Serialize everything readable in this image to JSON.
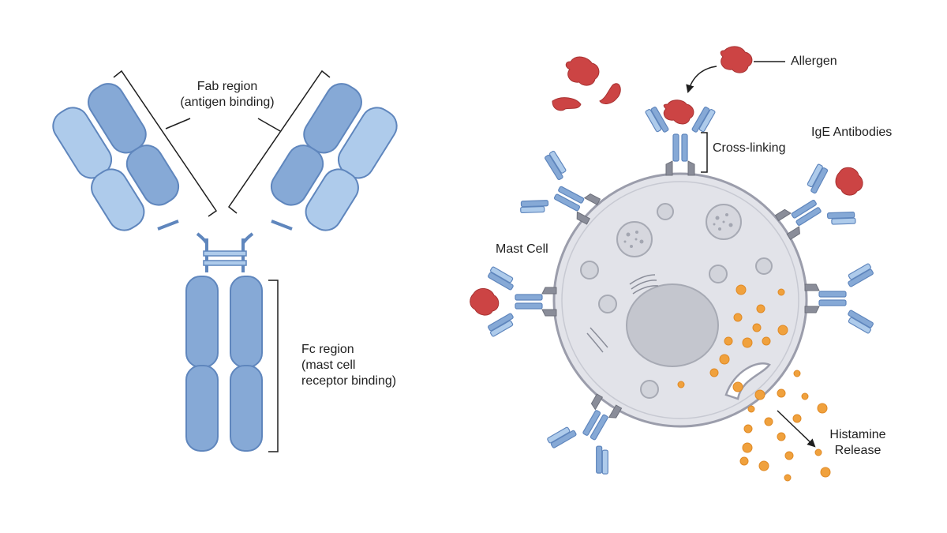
{
  "antibody": {
    "fab_title": "Fab region",
    "fab_subtitle": "(antigen binding)",
    "fc_title": "Fc region",
    "fc_line2": "(mast cell",
    "fc_line3": "receptor binding)"
  },
  "mast_cell_panel": {
    "allergen": "Allergen",
    "cross_linking": "Cross-linking",
    "ige_antibodies": "IgE Antibodies",
    "mast_cell": "Mast Cell",
    "histamine_line1": "Histamine",
    "histamine_line2": "Release"
  },
  "colors": {
    "heavy_chain": "#86a9d6",
    "light_chain": "#aecbeb",
    "outline": "#5f86bd",
    "allergen": "#cc4444",
    "cell_fill": "#e2e3e9",
    "cell_outline": "#9b9dab",
    "receptor": "#8a8d99",
    "histamine": "#f0a13d"
  }
}
